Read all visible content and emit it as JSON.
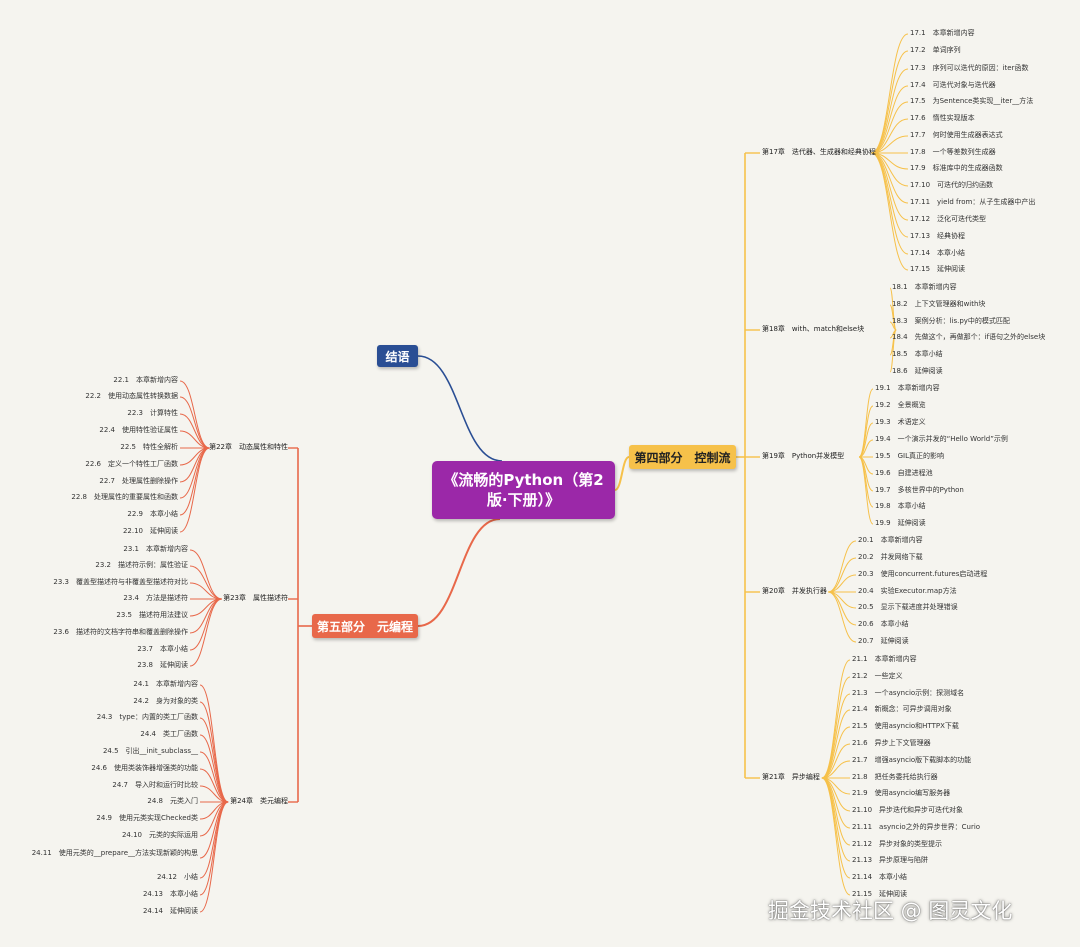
{
  "root": {
    "title": "《流畅的Python（第2版·下册）》"
  },
  "ending": {
    "label": "结语"
  },
  "part4": {
    "label": "第四部分　控制流",
    "chapters": [
      {
        "title": "第17章　迭代器、生成器和经典协程",
        "items": [
          "17.1　本章新增内容",
          "17.2　单词序列",
          "17.3　序列可以迭代的原因：iter函数",
          "17.4　可迭代对象与迭代器",
          "17.5　为Sentence类实现__iter__方法",
          "17.6　惰性实现版本",
          "17.7　何时使用生成器表达式",
          "17.8　一个等差数列生成器",
          "17.9　标准库中的生成器函数",
          "17.10　可迭代的归约函数",
          "17.11　yield from：从子生成器中产出",
          "17.12　泛化可迭代类型",
          "17.13　经典协程",
          "17.14　本章小结",
          "17.15　延伸阅读"
        ]
      },
      {
        "title": "第18章　with、match和else块",
        "items": [
          "18.1　本章新增内容",
          "18.2　上下文管理器和with块",
          "18.3　案例分析：lis.py中的模式匹配",
          "18.4　先做这个，再做那个：if语句之外的else块",
          "18.5　本章小结",
          "18.6　延伸阅读"
        ]
      },
      {
        "title": "第19章　Python并发模型",
        "items": [
          "19.1　本章新增内容",
          "19.2　全景概览",
          "19.3　术语定义",
          "19.4　一个演示并发的“Hello World”示例",
          "19.5　GIL真正的影响",
          "19.6　自建进程池",
          "19.7　多核世界中的Python",
          "19.8　本章小结",
          "19.9　延伸阅读"
        ]
      },
      {
        "title": "第20章　并发执行器",
        "items": [
          "20.1　本章新增内容",
          "20.2　并发网络下载",
          "20.3　使用concurrent.futures启动进程",
          "20.4　实验Executor.map方法",
          "20.5　显示下载进度并处理错误",
          "20.6　本章小结",
          "20.7　延伸阅读"
        ]
      },
      {
        "title": "第21章　异步编程",
        "items": [
          "21.1　本章新增内容",
          "21.2　一些定义",
          "21.3　一个asyncio示例：探测域名",
          "21.4　新概念：可异步调用对象",
          "21.5　使用asyncio和HTTPX下载",
          "21.6　异步上下文管理器",
          "21.7　增强asyncio版下载脚本的功能",
          "21.8　把任务委托给执行器",
          "21.9　使用asyncio编写服务器",
          "21.10　异步迭代和异步可迭代对象",
          "21.11　asyncio之外的异步世界：Curio",
          "21.12　异步对象的类型提示",
          "21.13　异步原理与陷阱",
          "21.14　本章小结",
          "21.15　延伸阅读"
        ]
      }
    ]
  },
  "part5": {
    "label": "第五部分　元编程",
    "chapters": [
      {
        "title": "第22章　动态属性和特性",
        "items": [
          "22.1　本章新增内容",
          "22.2　使用动态属性转换数据",
          "22.3　计算特性",
          "22.4　使用特性验证属性",
          "22.5　特性全解析",
          "22.6　定义一个特性工厂函数",
          "22.7　处理属性删除操作",
          "22.8　处理属性的重要属性和函数",
          "22.9　本章小结",
          "22.10　延伸阅读"
        ]
      },
      {
        "title": "第23章　属性描述符",
        "items": [
          "23.1　本章新增内容",
          "23.2　描述符示例：属性验证",
          "23.3　覆盖型描述符与非覆盖型描述符对比",
          "23.4　方法是描述符",
          "23.5　描述符用法建议",
          "23.6　描述符的文档字符串和覆盖删除操作",
          "23.7　本章小结",
          "23.8　延伸阅读"
        ]
      },
      {
        "title": "第24章　类元编程",
        "items": [
          "24.1　本章新增内容",
          "24.2　身为对象的类",
          "24.3　type：内置的类工厂函数",
          "24.4　类工厂函数",
          "24.5　引出__init_subclass__",
          "24.6　使用类装饰器增强类的功能",
          "24.7　导入时和运行时比较",
          "24.8　元类入门",
          "24.9　使用元类实现Checked类",
          "24.10　元类的实际运用",
          "24.11　使用元类的__prepare__方法实现新颖的构思",
          "24.12　小结",
          "24.13　本章小结",
          "24.14　延伸阅读"
        ]
      }
    ]
  },
  "watermark": {
    "text": "掘金技术社区 @ 图灵文化"
  },
  "colors": {
    "root": "#9b28a8",
    "ending": "#2a4e94",
    "part4": "#f6c14a",
    "part5": "#e8684a",
    "background": "#f5f4ef"
  }
}
